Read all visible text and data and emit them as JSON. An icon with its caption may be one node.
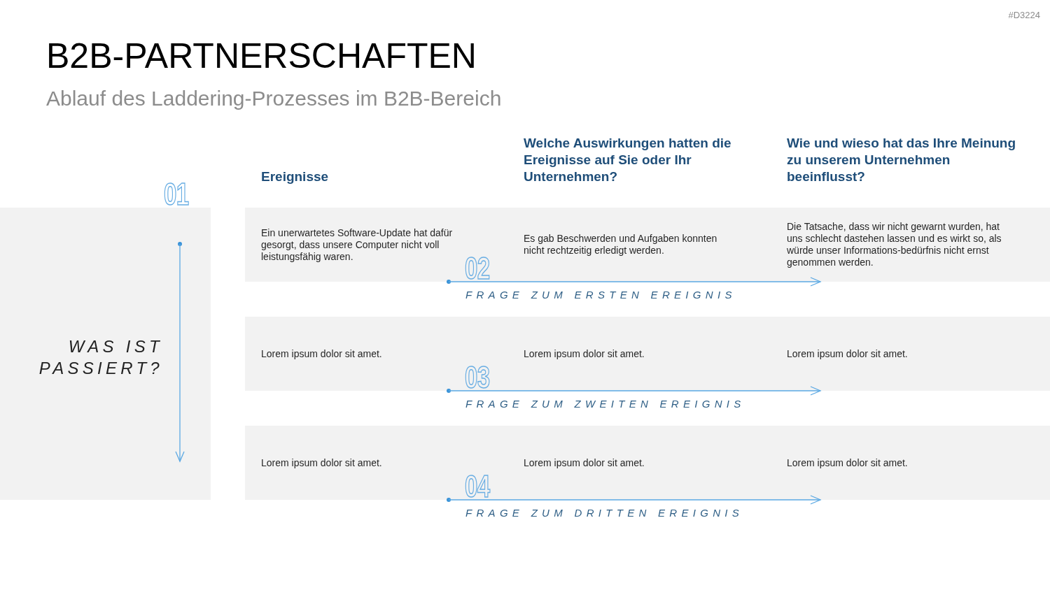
{
  "diagram": {
    "title": "B2B-PARTNERSCHAFTEN",
    "nodes": [
      {
        "text": [
          "WAS IST PASSIERT?"
        ]
      },
      {
        "text": [
          "Ein unerwartetes Software-Update hat dafür gesorgt, dass unsere Computer nicht voll leistungsfähig waren.",
          "Es gab Beschwerden und Aufgaben konnten nicht rechtzeitig erledigt werden.",
          "Die Tatsache, dass wir nicht gewarnt wurden, hat uns schlecht dastehen lassen und es wirkt so, als würde unser Informations-bedürfnis nicht ernst genommen werden."
        ]
      },
      {
        "text": [
          "Lorem ipsum dolor sit amet.",
          "Lorem ipsum dolor sit amet.",
          "Lorem ipsum dolor sit amet."
        ]
      },
      {
        "text": [
          "Lorem ipsum dolor sit amet.",
          "Lorem ipsum dolor sit amet.",
          "Lorem ipsum dolor sit amet."
        ]
      }
    ],
    "labels": [
      "#D3224",
      "Ablauf des Laddering-Prozesses im B2B-Bereich",
      "01",
      "Ereignisse",
      "Welche Auswirkungen hatten die Ereignisse auf Sie oder Ihr Unternehmen?",
      "Wie und wieso hat das Ihre Meinung zu unserem Unternehmen beeinflusst?",
      "02",
      "FRAGE ZUM ERSTEN EREIGNIS",
      "03",
      "FRAGE ZUM ZWEITEN EREIGNIS",
      "04",
      "FRAGE ZUM DRITTEN EREIGNIS"
    ]
  }
}
